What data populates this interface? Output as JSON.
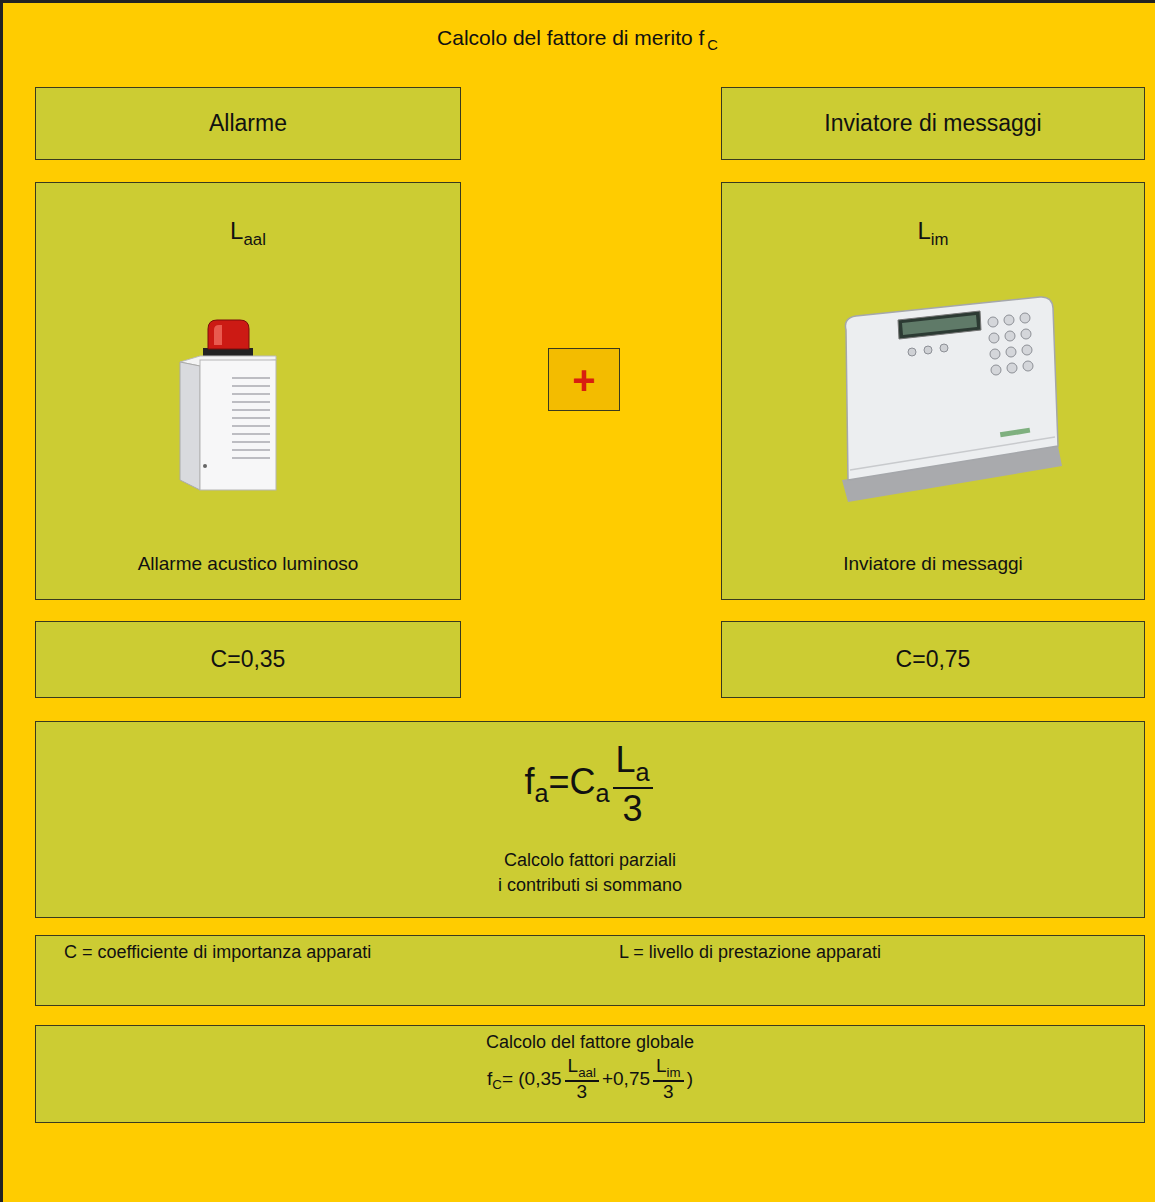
{
  "diagram": {
    "title": "Calcolo del fattore di merito f",
    "nodes": [
      {
        "text": [
          "Allarme"
        ]
      },
      {
        "text": [
          "L",
          "aal",
          "Allarme acustico luminoso"
        ]
      },
      {
        "text": [
          "Inviatore di messaggi"
        ]
      },
      {
        "text": [
          "L",
          "im",
          "Inviatore di messaggi"
        ]
      },
      {
        "text": [
          "+"
        ]
      },
      {
        "text": [
          "C=0,35"
        ]
      },
      {
        "text": [
          "C=0,75"
        ]
      },
      {
        "text": [
          "f",
          "a",
          "=C",
          "a",
          "L",
          "a",
          "3",
          "Calcolo fattori parziali",
          "i contributi si sommano"
        ]
      },
      {
        "text": [
          "C = coefficiente di importanza apparati",
          "L = livello di prestazione apparati"
        ]
      },
      {
        "text": [
          "Calcolo del fattore globale",
          "f",
          "C",
          "= (0,35",
          "L",
          "aal",
          "3",
          "+0,75",
          "L",
          "im",
          "3",
          ")"
        ]
      }
    ],
    "labels": [
      "C"
    ]
  }
}
